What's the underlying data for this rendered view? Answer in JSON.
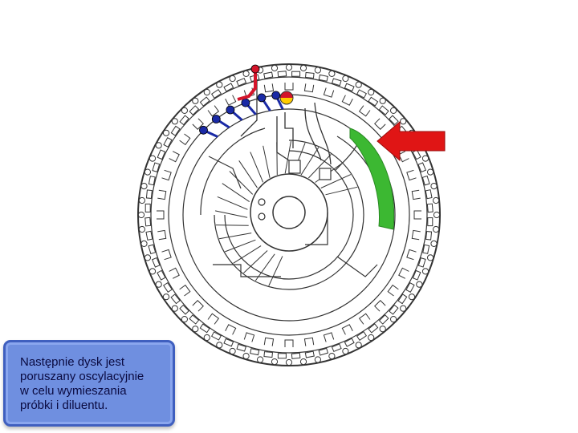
{
  "caption": {
    "text": "Następnie dysk jest\nporuszany oscylacyjnie\nw celu wymieszania\npróbki i diluentu."
  },
  "disc": {
    "outer_ring_cell_count": 64,
    "inner_ring_cell_count": 40,
    "colors": {
      "outline": "#333333",
      "fill": "#ffffff",
      "blue_marker": "#1a2aa6",
      "red_marker": "#d4142a",
      "yellow_marker": "#ffcc00",
      "green_chamber": "#3cb832",
      "arrow": "#e01515"
    },
    "blue_marker_count": 6,
    "red_marker_count": 1,
    "split_marker_count": 1
  },
  "arrow": {
    "icon": "red-arrow-left-icon"
  }
}
